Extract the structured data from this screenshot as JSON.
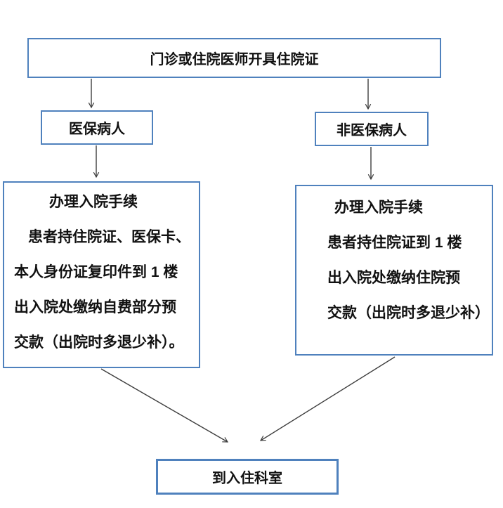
{
  "page": {
    "background": "#ffffff"
  },
  "diagram": {
    "type": "flowchart",
    "colors": {
      "box_border": "#4f81bd",
      "arrow": "#3d3d3d",
      "text": "#111111",
      "box_fill": "#ffffff"
    },
    "nodes": {
      "start": {
        "label": "门诊或住院医师开具住院证"
      },
      "insured": {
        "label": "医保病人"
      },
      "uninsured": {
        "label": "非医保病人"
      },
      "insured_process": {
        "title": "办理入院手续",
        "body_lines": [
          "患者持住院证、医保卡、",
          "本人身份证复印件到 1 楼",
          "出入院处缴纳自费部分预",
          "交款（出院时多退少补）。"
        ]
      },
      "uninsured_process": {
        "title": "办理入院手续",
        "body_lines": [
          "患者持住院证到 1 楼",
          "出入院处缴纳住院预",
          "交款（出院时多退少补）"
        ]
      },
      "end": {
        "label": "到入住科室"
      }
    },
    "connections": [
      {
        "from": "start",
        "to": "insured"
      },
      {
        "from": "start",
        "to": "uninsured"
      },
      {
        "from": "insured",
        "to": "insured_process"
      },
      {
        "from": "uninsured",
        "to": "uninsured_process"
      },
      {
        "from": "insured_process",
        "to": "end"
      },
      {
        "from": "uninsured_process",
        "to": "end"
      }
    ]
  }
}
